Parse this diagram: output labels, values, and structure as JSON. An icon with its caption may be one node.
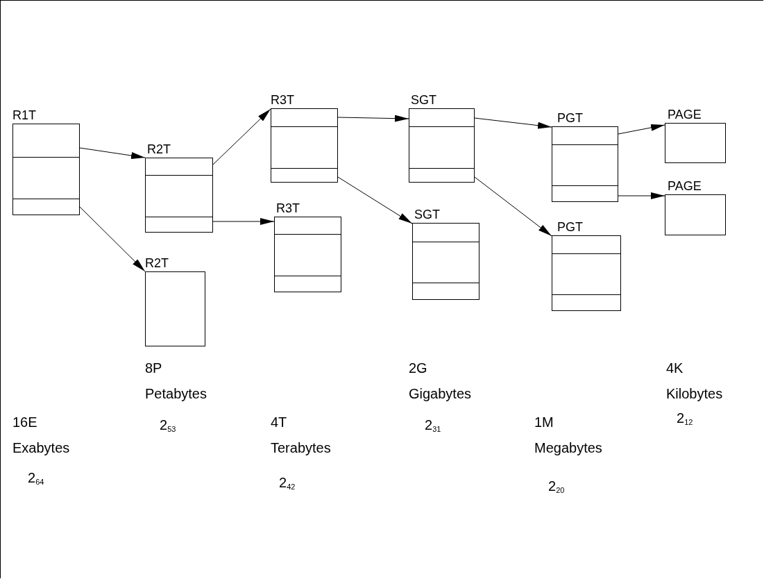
{
  "diagram": {
    "nodes": [
      {
        "text": [
          "R1T"
        ]
      },
      {
        "text": [
          "R2T"
        ]
      },
      {
        "text": [
          "R2T"
        ]
      },
      {
        "text": [
          "R3T"
        ]
      },
      {
        "text": [
          "R3T"
        ]
      },
      {
        "text": [
          "SGT"
        ]
      },
      {
        "text": [
          "SGT"
        ]
      },
      {
        "text": [
          "PGT"
        ]
      },
      {
        "text": [
          "PGT"
        ]
      },
      {
        "text": [
          "PAGE"
        ]
      },
      {
        "text": [
          "PAGE"
        ]
      }
    ],
    "edges": [
      {
        "from": 0,
        "to": 1,
        "arrow": "to"
      },
      {
        "from": 0,
        "to": 2,
        "arrow": "to"
      },
      {
        "from": 1,
        "to": 3,
        "arrow": "to"
      },
      {
        "from": 1,
        "to": 4,
        "arrow": "to"
      },
      {
        "from": 3,
        "to": 5,
        "arrow": "to"
      },
      {
        "from": 3,
        "to": 6,
        "arrow": "to"
      },
      {
        "from": 5,
        "to": 7,
        "arrow": "to"
      },
      {
        "from": 5,
        "to": 8,
        "arrow": "to"
      },
      {
        "from": 7,
        "to": 9,
        "arrow": "to"
      },
      {
        "from": 7,
        "to": 10,
        "arrow": "to"
      }
    ],
    "labels": [
      "16E",
      "Exabytes",
      "2$_{64}$",
      "8P",
      "Petabytes",
      "2$_{53}$",
      "4T",
      "Terabytes",
      "2$_{42}$",
      "2G",
      "Gigabytes",
      "2$_{31}$",
      "1M",
      "Megabytes",
      "2$_{20}$",
      "4K",
      "Kilobytes",
      "2$_{12}$"
    ]
  }
}
